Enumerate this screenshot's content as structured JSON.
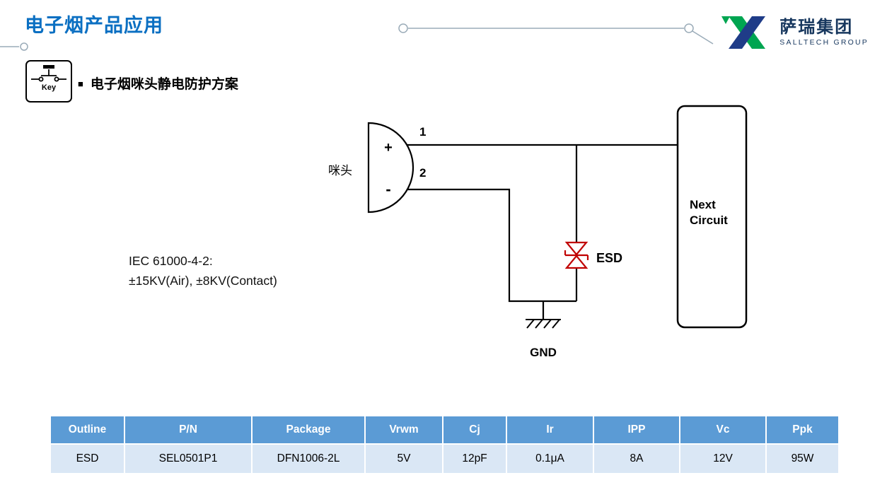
{
  "header": {
    "title": "电子烟产品应用",
    "logo": {
      "name": "萨瑞集团",
      "subtitle": "SALLTECH GROUP"
    }
  },
  "section": {
    "bullet": "■",
    "heading": "电子烟咪头静电防护方案",
    "key_icon_label": "Key"
  },
  "diagram": {
    "mic_label": "咪头",
    "plus": "+",
    "minus": "-",
    "pin1": "1",
    "pin2": "2",
    "esd_label": "ESD",
    "gnd_label": "GND",
    "next_circuit_line1": "Next",
    "next_circuit_line2": "Circuit",
    "iec_line1": "IEC 61000-4-2:",
    "iec_line2": "±15KV(Air), ±8KV(Contact)"
  },
  "table": {
    "headers": [
      "Outline",
      "P/N",
      "Package",
      "Vrwm",
      "Cj",
      "Ir",
      "IPP",
      "Vc",
      "Ppk"
    ],
    "rows": [
      [
        "ESD",
        "SEL0501P1",
        "DFN1006-2L",
        "5V",
        "12pF",
        "0.1μA",
        "8A",
        "12V",
        "95W"
      ]
    ]
  },
  "colors": {
    "title_blue": "#0a6fc2",
    "table_header_blue": "#5b9bd5",
    "table_row_blue": "#dae7f5",
    "esd_red": "#c00000",
    "logo_green": "#00a551",
    "logo_navy": "#1f3c88",
    "decor_gray": "#9aabb8"
  }
}
